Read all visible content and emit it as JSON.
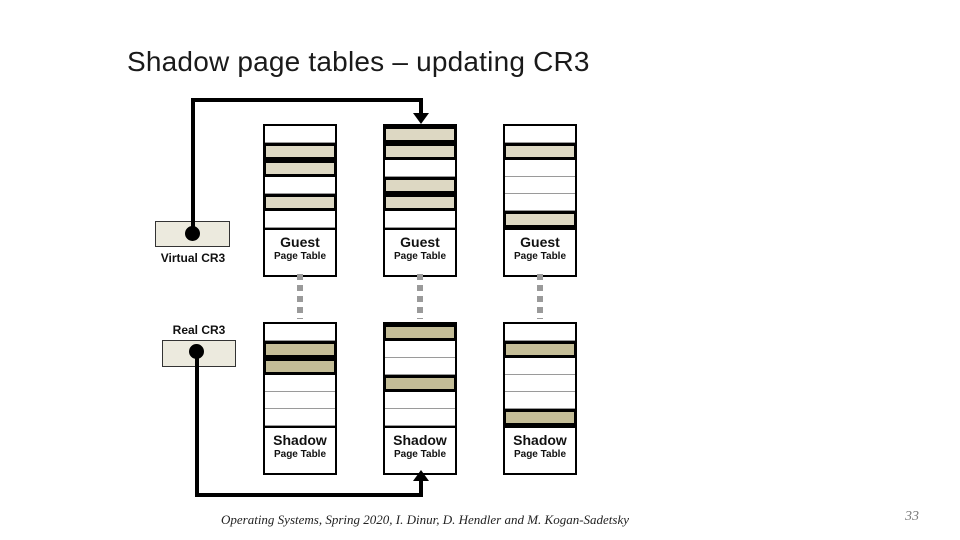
{
  "slide": {
    "title": "Shadow page tables – updating CR3",
    "footer": "Operating Systems, Spring 2020, I. Dinur, D. Hendler and M. Kogan-Sadetsky",
    "page_number": "33"
  },
  "cr3": {
    "virtual_label": "Virtual CR3",
    "real_label": "Real CR3"
  },
  "diagram": {
    "guest_title": "Guest",
    "shadow_title": "Shadow",
    "subtitle": "Page Table",
    "guest_rows": [
      [
        0,
        1,
        1,
        0,
        1,
        0
      ],
      [
        1,
        1,
        0,
        1,
        1,
        0
      ],
      [
        0,
        1,
        0,
        0,
        0,
        1
      ]
    ],
    "shadow_rows": [
      [
        0,
        1,
        1,
        0,
        0,
        0
      ],
      [
        1,
        0,
        0,
        1,
        0,
        0
      ],
      [
        0,
        1,
        0,
        0,
        0,
        1
      ]
    ]
  },
  "colors": {
    "guest_shade": "#ddd8c3",
    "shadow_shade": "#c4bd97",
    "cr3_fill": "#eceade",
    "connector": "#000000",
    "dashed": "#9a9a9a"
  }
}
